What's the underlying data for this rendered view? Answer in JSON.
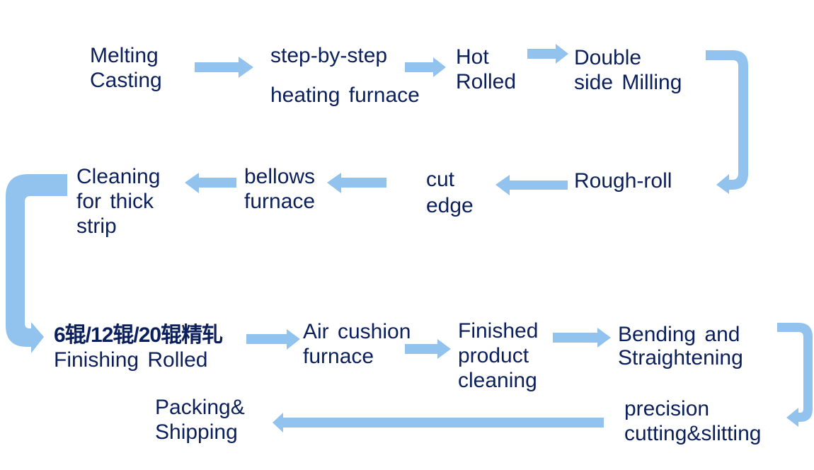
{
  "title": "Process flow",
  "colors": {
    "text": "#0b1f5c",
    "arrow": "#92c3ee",
    "background": "#ffffff"
  },
  "steps": [
    {
      "id": "melting",
      "lines": [
        "Melting",
        "Casting"
      ]
    },
    {
      "id": "heating",
      "lines": [
        "step-by-step",
        "heating  furnace"
      ]
    },
    {
      "id": "hot-rolled",
      "lines": [
        "Hot",
        "Rolled"
      ]
    },
    {
      "id": "milling",
      "lines": [
        "Double",
        "side  Milling"
      ]
    },
    {
      "id": "rough-roll",
      "lines": [
        "Rough-roll"
      ]
    },
    {
      "id": "cut-edge",
      "lines": [
        "cut",
        "edge"
      ]
    },
    {
      "id": "bellows",
      "lines": [
        "bellows",
        "furnace"
      ]
    },
    {
      "id": "cleaning-thick",
      "lines": [
        "Cleaning",
        "for  thick",
        "strip"
      ]
    },
    {
      "id": "finishing",
      "lines": [
        "6辊/12辊/20辊精轧",
        "Finishing  Rolled"
      ]
    },
    {
      "id": "air-cushion",
      "lines": [
        "Air  cushion",
        "furnace"
      ]
    },
    {
      "id": "finished-cleaning",
      "lines": [
        "Finished",
        "product",
        "cleaning"
      ]
    },
    {
      "id": "bending",
      "lines": [
        "Bending  and",
        "Straightening"
      ]
    },
    {
      "id": "precision",
      "lines": [
        "precision",
        "cutting&slitting"
      ]
    },
    {
      "id": "packing",
      "lines": [
        "Packing&",
        "Shipping"
      ]
    }
  ],
  "arrows": [
    {
      "from": "melting",
      "to": "heating",
      "direction": "right"
    },
    {
      "from": "heating",
      "to": "hot-rolled",
      "direction": "right"
    },
    {
      "from": "hot-rolled",
      "to": "milling",
      "direction": "right"
    },
    {
      "from": "milling",
      "to": "rough-roll",
      "direction": "bend-down-left"
    },
    {
      "from": "rough-roll",
      "to": "cut-edge",
      "direction": "left"
    },
    {
      "from": "cut-edge",
      "to": "bellows",
      "direction": "left"
    },
    {
      "from": "bellows",
      "to": "cleaning-thick",
      "direction": "left"
    },
    {
      "from": "cleaning-thick",
      "to": "finishing",
      "direction": "bend-down-right"
    },
    {
      "from": "finishing",
      "to": "air-cushion",
      "direction": "right"
    },
    {
      "from": "air-cushion",
      "to": "finished-cleaning",
      "direction": "right"
    },
    {
      "from": "finished-cleaning",
      "to": "bending",
      "direction": "right"
    },
    {
      "from": "bending",
      "to": "precision",
      "direction": "bend-down-left"
    },
    {
      "from": "precision",
      "to": "packing",
      "direction": "left"
    }
  ]
}
